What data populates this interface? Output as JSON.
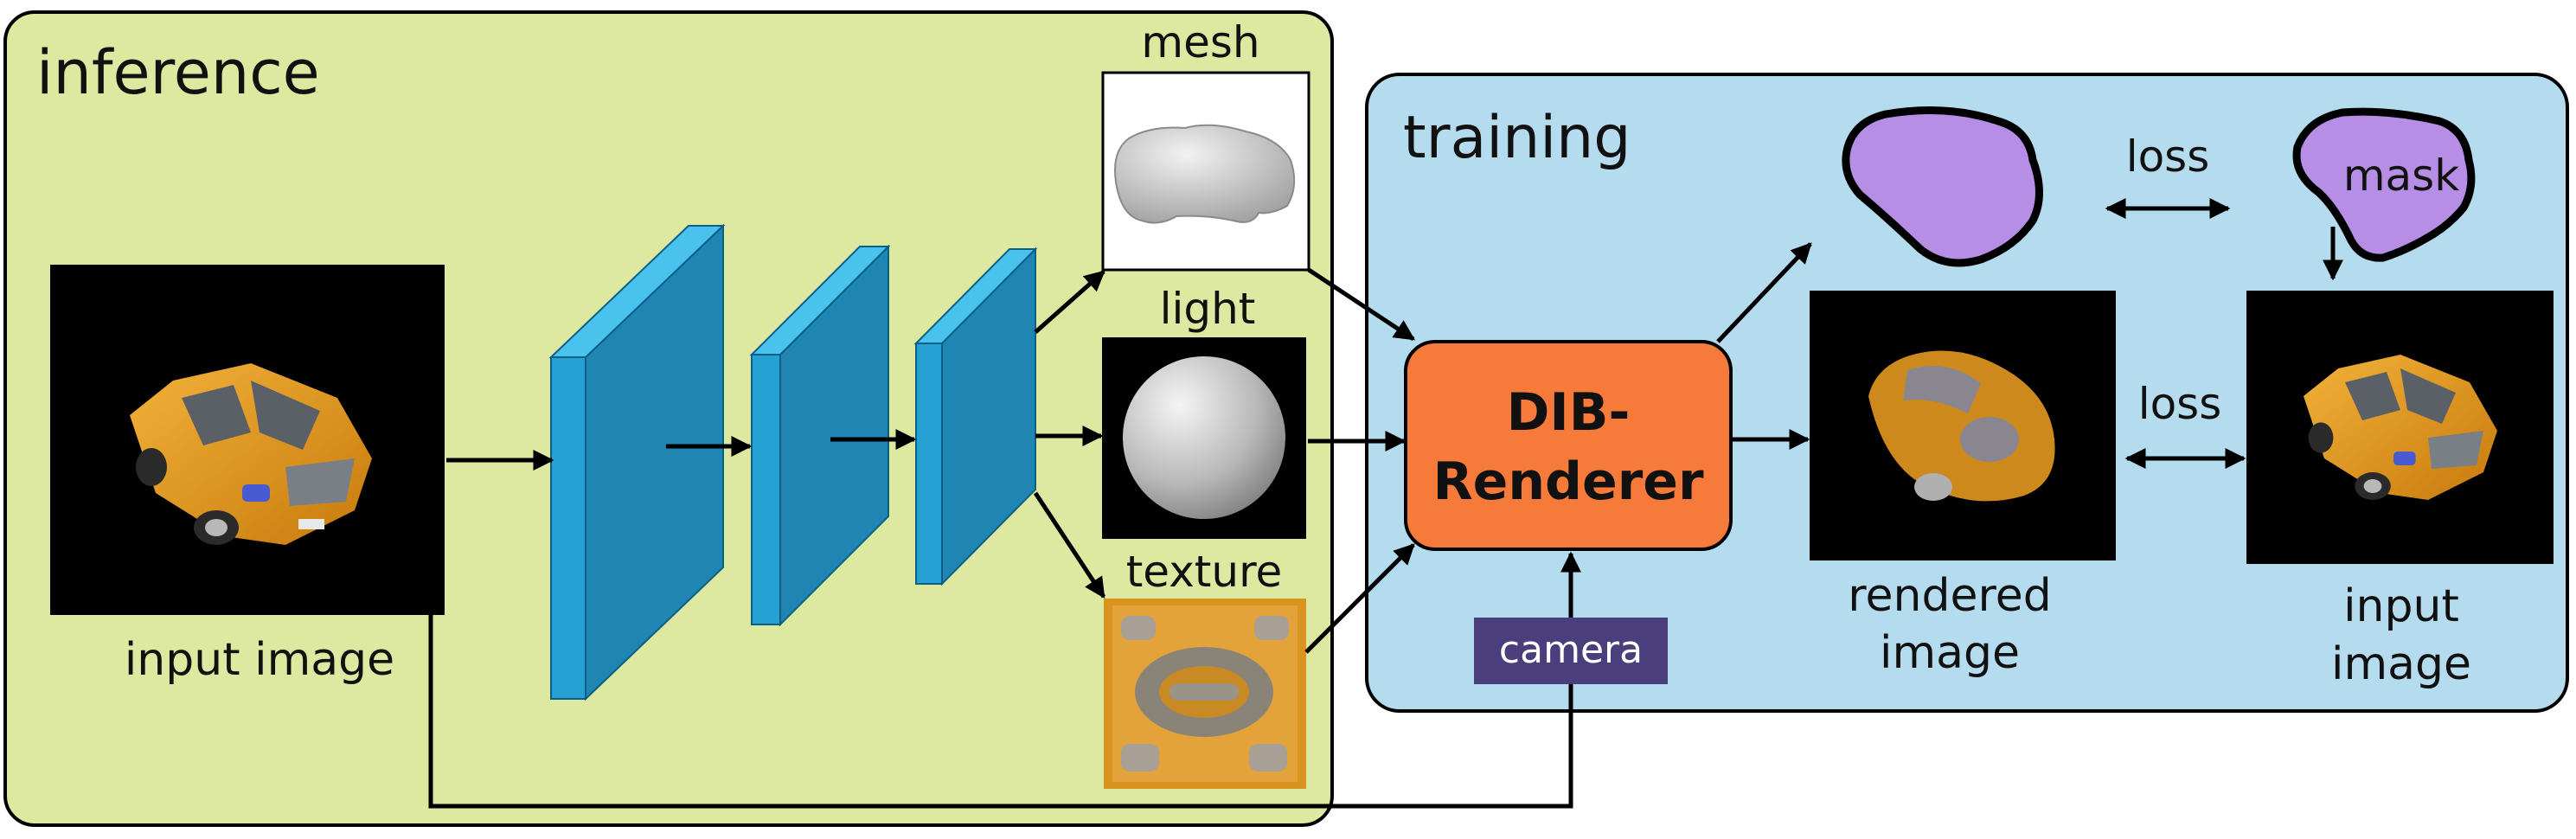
{
  "sections": {
    "inference": "inference",
    "training": "training"
  },
  "labels": {
    "mesh": "mesh",
    "light": "light",
    "texture": "texture",
    "input_image_left": "input image",
    "renderer_line1": "DIB-",
    "renderer_line2": "Renderer",
    "camera": "camera",
    "rendered_line1": "rendered",
    "rendered_line2": "image",
    "input_line1": "input",
    "input_line2": "image",
    "loss_top": "loss",
    "loss_mid": "loss",
    "mask": "mask"
  },
  "colors": {
    "inference_bg": "#dde9a0",
    "training_bg": "#b5dcee",
    "layer_front": "#26a1d3",
    "layer_side": "#1f86b4",
    "layer_top": "#49c3ee",
    "renderer": "#f67b3b",
    "camera": "#4a3f7c",
    "mask": "#b68ee5",
    "car": "#e3961a"
  },
  "icons": {
    "mesh": "car-mesh-icon",
    "light": "lit-sphere-icon",
    "texture": "texture-map-icon",
    "mask": "silhouette-mask-icon"
  }
}
